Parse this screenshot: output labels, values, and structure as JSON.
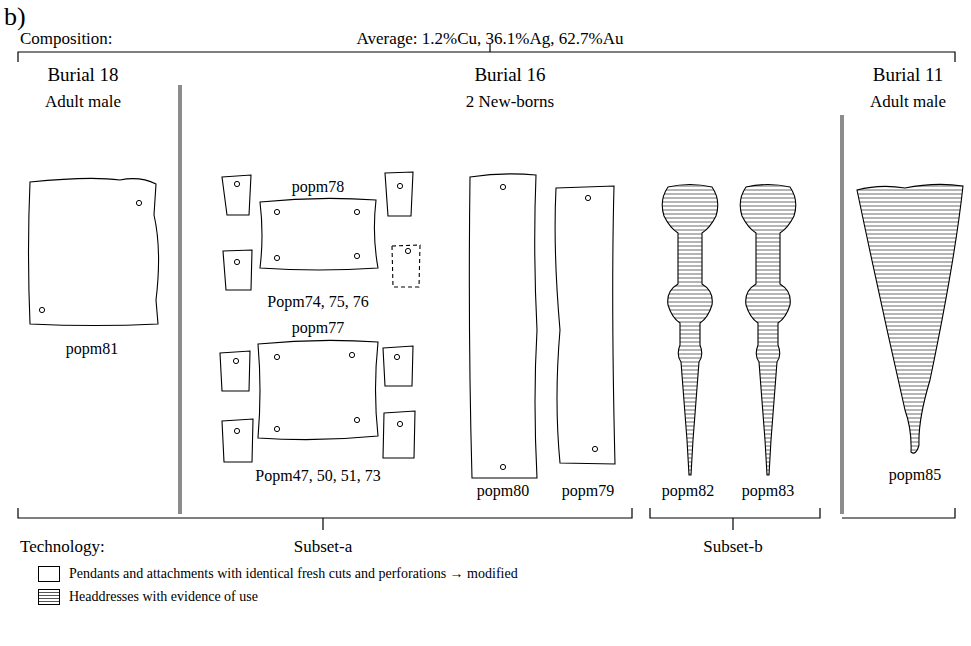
{
  "diagram": {
    "labels": [
      "b)",
      "Composition:",
      "Average: 1.2%Cu, 36.1%Ag, 62.7%Au",
      "Burial 18",
      "Adult male",
      "Burial 16",
      "2 New-borns",
      "Burial 11",
      "Adult male",
      "popm81",
      "popm78",
      "Popm74, 75, 76",
      "popm77",
      "Popm47, 50, 51, 73",
      "popm80",
      "popm79",
      "popm82",
      "popm83",
      "popm85",
      "Technology:",
      "Subset-a",
      "Subset-b"
    ],
    "legend": [
      {
        "text": "Pendants and attachments with identical fresh cuts and perforations → modified"
      },
      {
        "text": "Headdresses with evidence of use"
      }
    ]
  }
}
